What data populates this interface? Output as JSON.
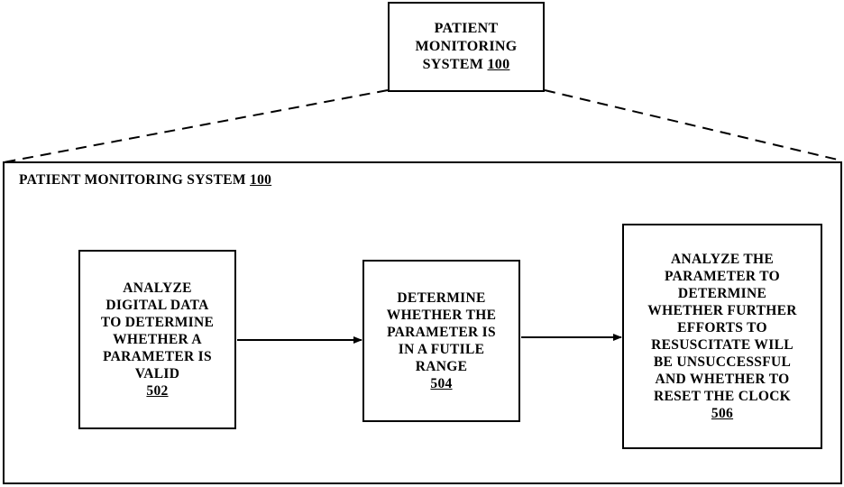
{
  "top_box": {
    "lines": [
      "PATIENT",
      "MONITORING"
    ],
    "last_line_text": "SYSTEM",
    "ref": "100"
  },
  "container": {
    "title": "PATIENT MONITORING SYSTEM",
    "ref": "100"
  },
  "steps": [
    {
      "lines": [
        "ANALYZE",
        "DIGITAL DATA",
        "TO DETERMINE",
        "WHETHER A",
        "PARAMETER IS",
        "VALID"
      ],
      "ref": "502"
    },
    {
      "lines": [
        "DETERMINE",
        "WHETHER THE",
        "PARAMETER IS",
        "IN A FUTILE",
        "RANGE"
      ],
      "ref": "504"
    },
    {
      "lines": [
        "ANALYZE THE",
        "PARAMETER TO",
        "DETERMINE",
        "WHETHER FURTHER",
        "EFFORTS TO",
        "RESUSCITATE WILL",
        "BE UNSUCCESSFUL",
        "AND WHETHER TO",
        "RESET THE CLOCK"
      ],
      "ref": "506"
    }
  ],
  "colors": {
    "ink": "#000000",
    "paper": "#ffffff"
  }
}
